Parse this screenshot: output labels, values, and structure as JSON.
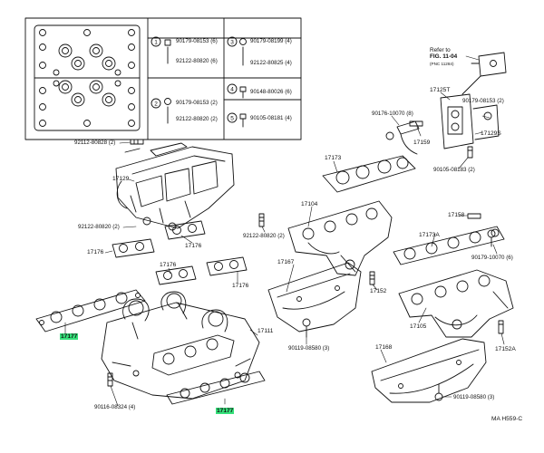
{
  "diagram": {
    "reference_note": {
      "line1": "Refer to",
      "line2": "FIG. 11-04",
      "sub": "(PNC 11284)"
    },
    "legend": {
      "box_label_1": "1",
      "box_label_2": "2",
      "box_label_3": "3",
      "box_label_4": "4",
      "box_label_5": "5",
      "parts_1": [
        "90179-08153 (6)",
        "92122-80820 (6)"
      ],
      "parts_2": [
        "90179-08153 (2)",
        "92122-80820 (2)"
      ],
      "parts_3": [
        "90179-08199 (4)",
        "92122-80825 (4)"
      ],
      "parts_4": [
        "90148-80026 (6)"
      ],
      "parts_5": [
        "90105-08181 (4)"
      ]
    },
    "callouts": {
      "c_92112": "92112-80828 (2)",
      "c_17129": "17129",
      "c_92122_left": "92122-80820 (2)",
      "c_17176_a": "17176",
      "c_17176_b": "17176",
      "c_17176_c": "17176",
      "c_17176_d": "17176",
      "c_17177_left": "17177",
      "c_17177_bottom": "17177",
      "c_17111": "17111",
      "c_90116": "90116-08324 (4)",
      "c_92122_mid": "92122-80820 (2)",
      "c_17173": "17173",
      "c_17104": "17104",
      "c_17167": "17167",
      "c_17152": "17152",
      "c_90119_a": "90119-08580 (3)",
      "c_90176": "90176-10070 (8)",
      "c_17159": "17159",
      "c_17125T": "17125T",
      "c_90179_r": "90179-08153 (2)",
      "c_17129S": "17129S",
      "c_90105_r": "90105-08183 (2)",
      "c_17158": "17158",
      "c_17173A": "17173A",
      "c_90179_10070": "90179-10070 (6)",
      "c_17105": "17105",
      "c_17152A": "17152A",
      "c_17168": "17168",
      "c_90119_b": "90119-08580 (3)",
      "figure_code": "MA H559-C"
    },
    "legend_label_color": "#35e07a"
  }
}
